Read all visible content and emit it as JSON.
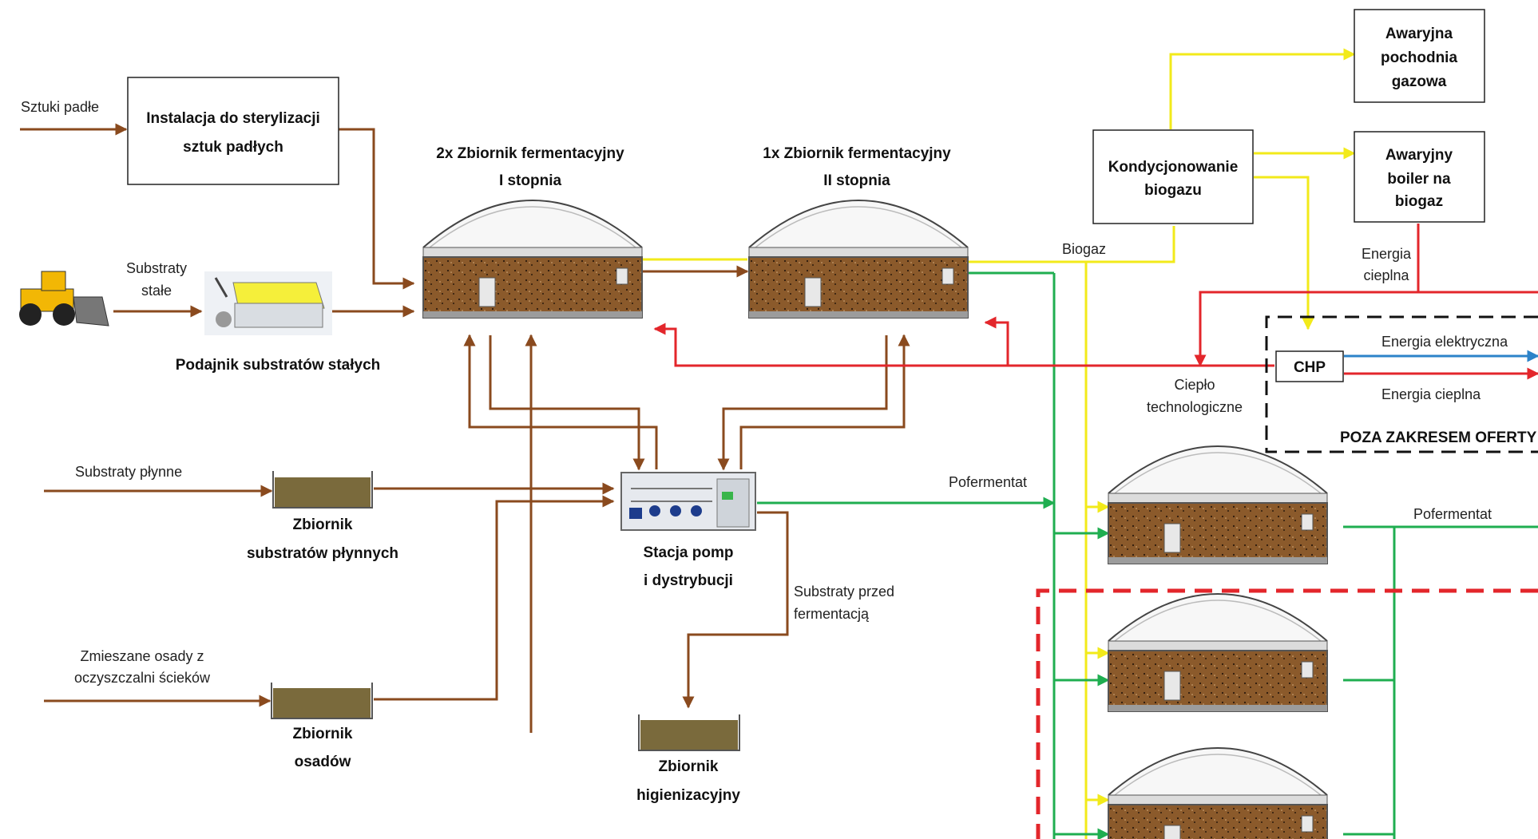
{
  "inputs": {
    "sztuki_padle": "Sztuki padłe",
    "substraty_stale": [
      "Substraty",
      "stałe"
    ],
    "substraty_plynne": "Substraty płynne",
    "osady": [
      "Zmieszane osady z",
      "oczyszczalni ścieków"
    ]
  },
  "boxes": {
    "sterylizacja": [
      "Instalacja do sterylizacji",
      "sztuk padłych"
    ],
    "kondycjonowanie": [
      "Kondycjonowanie",
      "biogazu"
    ],
    "pochodnia": [
      "Awaryjna",
      "pochodnia",
      "gazowa"
    ],
    "boiler": [
      "Awaryjny",
      "boiler na",
      "biogaz"
    ],
    "chp": "CHP"
  },
  "tanks": {
    "fermentor1_title": [
      "2x Zbiornik fermentacyjny",
      "I stopnia"
    ],
    "fermentor2_title": [
      "1x Zbiornik fermentacyjny",
      "II stopnia"
    ],
    "plynne": [
      "Zbiornik",
      "substratów płynnych"
    ],
    "osadow": [
      "Zbiornik",
      "osadów"
    ],
    "higienizacyjny": [
      "Zbiornik",
      "higienizacyjny"
    ]
  },
  "equipment": {
    "podajnik": "Podajnik substratów stałych",
    "stacja": [
      "Stacja pomp",
      "i dystrybucji"
    ]
  },
  "flows": {
    "biogaz": "Biogaz",
    "energia_cieplna_top": [
      "Energia",
      "cieplna"
    ],
    "cieplo": [
      "Ciepło",
      "technologiczne"
    ],
    "energia_elektryczna": "Energia elektryczna",
    "energia_cieplna": "Energia cieplna",
    "pofermentat_1": "Pofermentat",
    "pofermentat_2": "Pofermentat",
    "substraty_przed": [
      "Substraty przed",
      "fermentacją"
    ]
  },
  "scope_label": "POZA ZAKRESEM OFERTY",
  "colors": {
    "substrate_flow": "#8a4a1e",
    "biogas_flow": "#f2ea1a",
    "digestate_flow": "#1fae50",
    "heat_flow": "#e3262b",
    "electric_flow": "#2c83c9",
    "tank_fill": "#8b5a2b",
    "small_tank_fill": "#7a6a3c"
  }
}
